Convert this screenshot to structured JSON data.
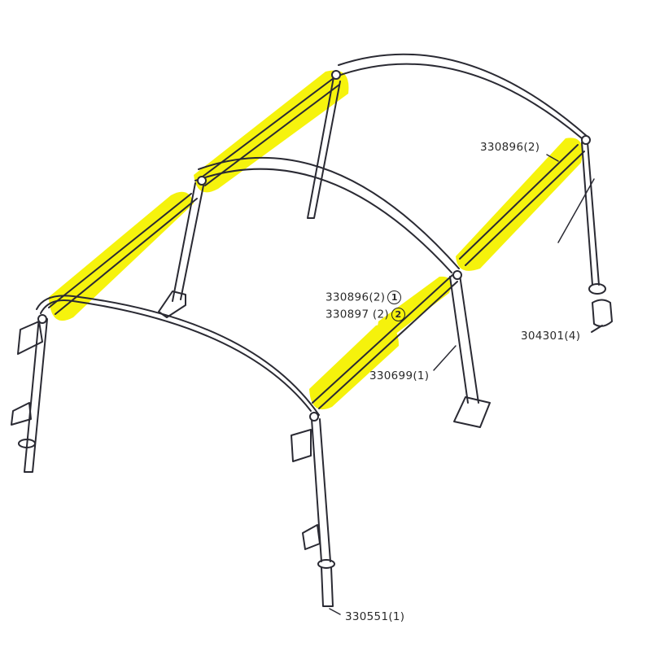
{
  "diagram": {
    "subject": "Soft-top bow frame assembly (exploded parts view)",
    "highlight_color": "#f5f200",
    "line_color": "#2a2a33",
    "highlighted_parts": [
      "left side rails (front & rear)",
      "right side rails (front & rear)"
    ]
  },
  "labels": {
    "rail_upper_right": {
      "part": "330896",
      "qty": "(2)",
      "text": "330896(2)"
    },
    "rail_mid_1": {
      "part": "330896",
      "qty": "(2)",
      "text": "330896(2)",
      "marker": "1"
    },
    "rail_mid_2": {
      "part": "330897",
      "qty": "(2)",
      "text": "330897 (2)",
      "marker": "2"
    },
    "middle_bow": {
      "part": "330699",
      "qty": "(1)",
      "text": "330699(1)"
    },
    "foot_bracket": {
      "part": "304301",
      "qty": "(4)",
      "text": "304301(4)"
    },
    "front_bow": {
      "part": "330551",
      "qty": "(1)",
      "text": "330551(1)"
    }
  }
}
